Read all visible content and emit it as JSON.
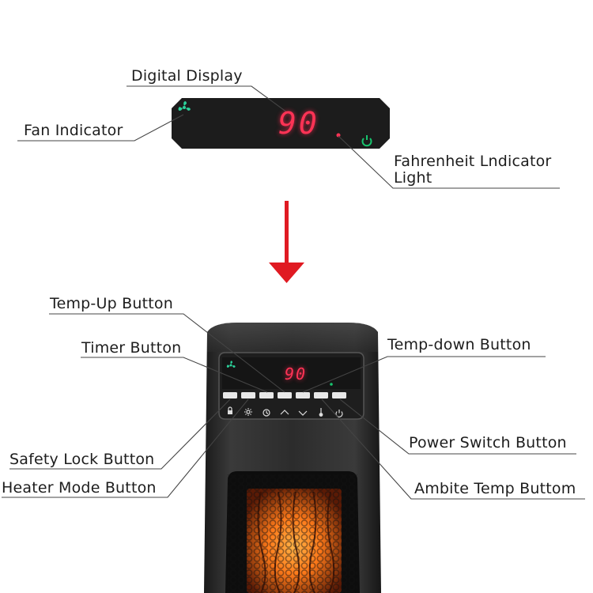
{
  "labels": {
    "digital_display": "Digital Display",
    "fan_indicator": "Fan Indicator",
    "fahrenheit_line1": "Fahrenheit Lndicator",
    "fahrenheit_line2": "Light",
    "temp_up": "Temp-Up Button",
    "timer": "Timer Button",
    "temp_down": "Temp-down Button",
    "power_switch": "Power Switch Button",
    "safety_lock": "Safety Lock Button",
    "heater_mode": "Heater Mode Button",
    "ambite_temp": "Ambite Temp Buttom"
  },
  "display": {
    "temperature": "90",
    "small_temperature": "90"
  },
  "colors": {
    "digits": "#ff3355",
    "fan_icon": "#2bd19a",
    "power_icon": "#18c46e",
    "arrow": "#e01a22",
    "panel": "#1c1c1c",
    "heater_body": "#2a2a2a",
    "glow": "#ff8a1e"
  },
  "icons": [
    "fan-icon",
    "power-icon",
    "lock-icon",
    "sun-icon",
    "clock-icon",
    "chevron-up-icon",
    "chevron-down-icon",
    "thermometer-icon",
    "power-icon"
  ]
}
